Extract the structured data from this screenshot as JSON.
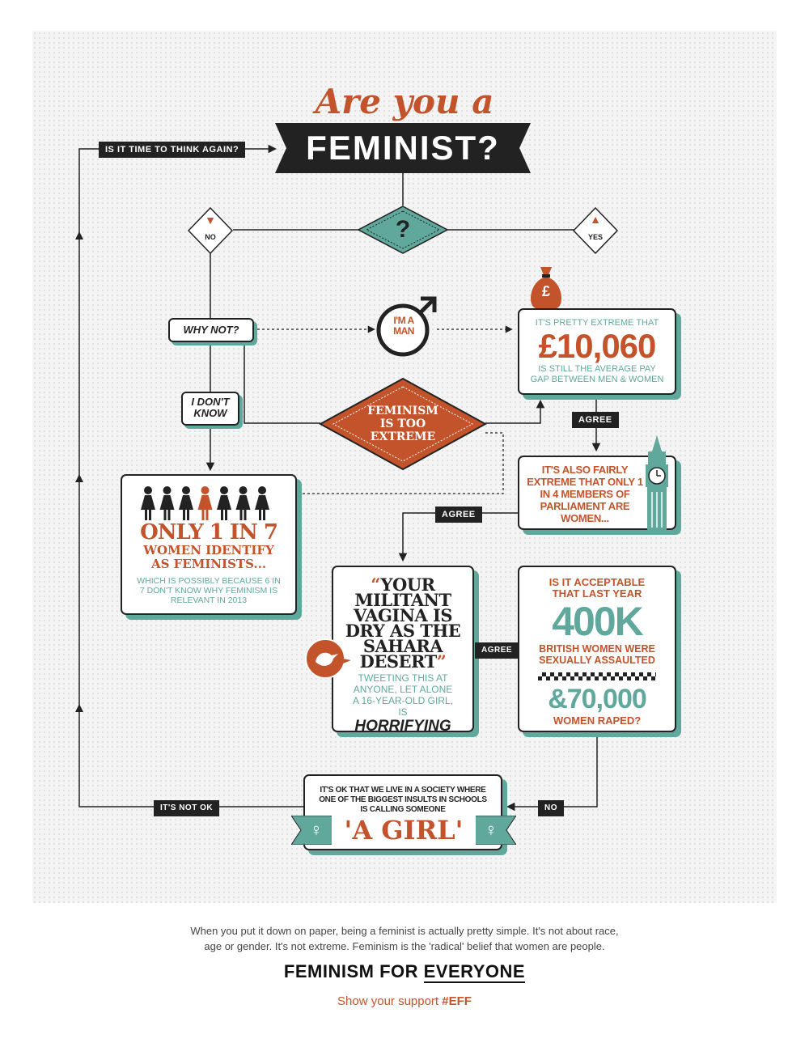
{
  "header": {
    "script_title": "Are you a",
    "main_title": "FEMINIST?",
    "think_again": "IS IT TIME TO THINK AGAIN?"
  },
  "decision": {
    "question": "?",
    "no_label": "NO",
    "yes_label": "YES"
  },
  "why_not": "WHY NOT?",
  "dont_know": "I DON'T KNOW",
  "im_a_man": "I'M A MAN",
  "extreme_diamond": "FEMINISM IS TOO EXTREME",
  "pay_gap": {
    "currency_icon": "£",
    "line1": "IT'S PRETTY EXTREME THAT",
    "amount": "£10,060",
    "line2": "IS STILL THE AVERAGE PAY GAP BETWEEN MEN & WOMEN"
  },
  "agree_labels": [
    "AGREE",
    "AGREE",
    "AGREE"
  ],
  "parliament": {
    "text": "IT'S ALSO FAIRLY EXTREME THAT ONLY 1 IN 4 MEMBERS OF PARLIAMENT ARE WOMEN..."
  },
  "identify": {
    "headline1": "ONLY 1 IN 7",
    "headline2": "WOMEN IDENTIFY AS FEMINISTS...",
    "subtext": "WHICH IS POSSIBLY BECAUSE 6 IN 7 DON'T KNOW WHY FEMINISM IS RELEVANT IN 2013",
    "figures_total": 7,
    "figures_highlighted": 1
  },
  "tweet": {
    "quote": "YOUR MILITANT VAGINA IS DRY AS THE SAHARA DESERT",
    "sub": "TWEETING THIS AT ANYONE, LET ALONE A 16-YEAR-OLD GIRL, IS",
    "emphasis": "HORRIFYING"
  },
  "assault": {
    "line1": "IS IT ACCEPTABLE THAT LAST YEAR",
    "big": "400K",
    "line2": "BRITISH WOMEN WERE SEXUALLY ASSAULTED",
    "big2": "&70,000",
    "line3": "WOMEN RAPED?"
  },
  "no_bottom": "NO",
  "not_ok": "IT'S NOT OK",
  "girl": {
    "text": "IT'S OK THAT WE LIVE IN A SOCIETY WHERE ONE OF THE BIGGEST INSULTS IN SCHOOLS IS CALLING SOMEONE",
    "big": "'A GIRL'"
  },
  "footer": {
    "body1": "When you put it down on paper, being a feminist is actually pretty simple. It's not about race,",
    "body2": "age or gender. It's not extreme. Feminism is the 'radical' belief that women are people.",
    "brand1": "FEMINISM FOR ",
    "brand2": "EVERYONE",
    "support": "Show your support ",
    "hashtag": "#EFF"
  },
  "colors": {
    "teal": "#5fa89b",
    "rust": "#c2532b",
    "ink": "#222222"
  }
}
